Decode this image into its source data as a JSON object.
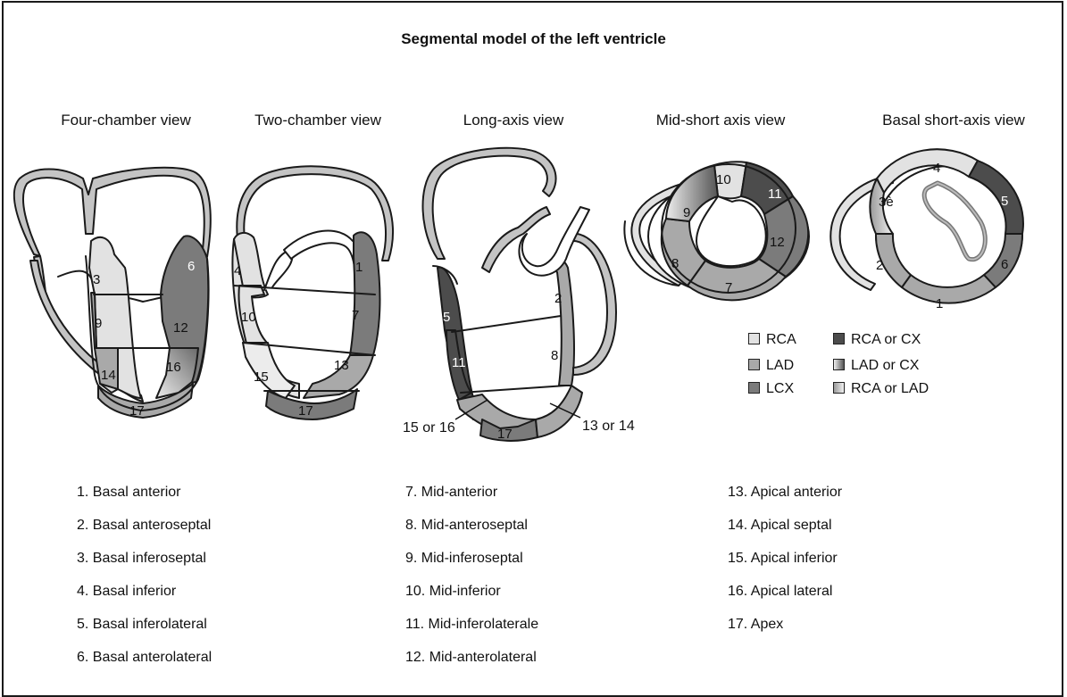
{
  "title": "Segmental model of the left ventricle",
  "views": [
    "Four-chamber view",
    "Two-chamber view",
    "Long-axis view",
    "Mid-short axis view",
    "Basal short-axis view"
  ],
  "colors": {
    "rca": "#e2e2e2",
    "lad": "#a9a9a9",
    "lcx": "#7b7b7b",
    "rca_or_cx": "#4c4c4c",
    "outline": "#1a1a1a",
    "wall": "#c4c4c4"
  },
  "segment_numbers": {
    "four_chamber": [
      "3",
      "6",
      "9",
      "12",
      "14",
      "16",
      "17"
    ],
    "two_chamber": [
      "4",
      "1",
      "10",
      "7",
      "15",
      "13",
      "17"
    ],
    "long_axis": [
      "5",
      "2",
      "11",
      "8",
      "17"
    ],
    "long_axis_callouts": [
      "15 or 16",
      "13 or 14"
    ],
    "mid_short": [
      "10",
      "11",
      "9",
      "12",
      "8",
      "7"
    ],
    "basal_short": [
      "4",
      "3è",
      "5",
      "2",
      "6",
      "1"
    ]
  },
  "legend": [
    {
      "label": "RCA",
      "swatch": "rca"
    },
    {
      "label": "RCA or CX",
      "swatch": "rca-or-cx"
    },
    {
      "label": "LAD",
      "swatch": "lad"
    },
    {
      "label": "LAD or CX",
      "swatch": "lad-or-cx"
    },
    {
      "label": "LCX",
      "swatch": "lcx"
    },
    {
      "label": "RCA or LAD",
      "swatch": "rca-or-lad"
    }
  ],
  "segments_list": {
    "col1": [
      "1. Basal anterior",
      "2. Basal anteroseptal",
      "3. Basal inferoseptal",
      "4. Basal inferior",
      "5. Basal inferolateral",
      "6. Basal anterolateral"
    ],
    "col2": [
      "7. Mid-anterior",
      "8. Mid-anteroseptal",
      "9. Mid-inferoseptal",
      "10. Mid-inferior",
      "11. Mid-inferolaterale",
      "12. Mid-anterolateral"
    ],
    "col3": [
      "13. Apical anterior",
      "14. Apical septal",
      "15. Apical inferior",
      "16. Apical lateral",
      "17. Apex"
    ]
  }
}
